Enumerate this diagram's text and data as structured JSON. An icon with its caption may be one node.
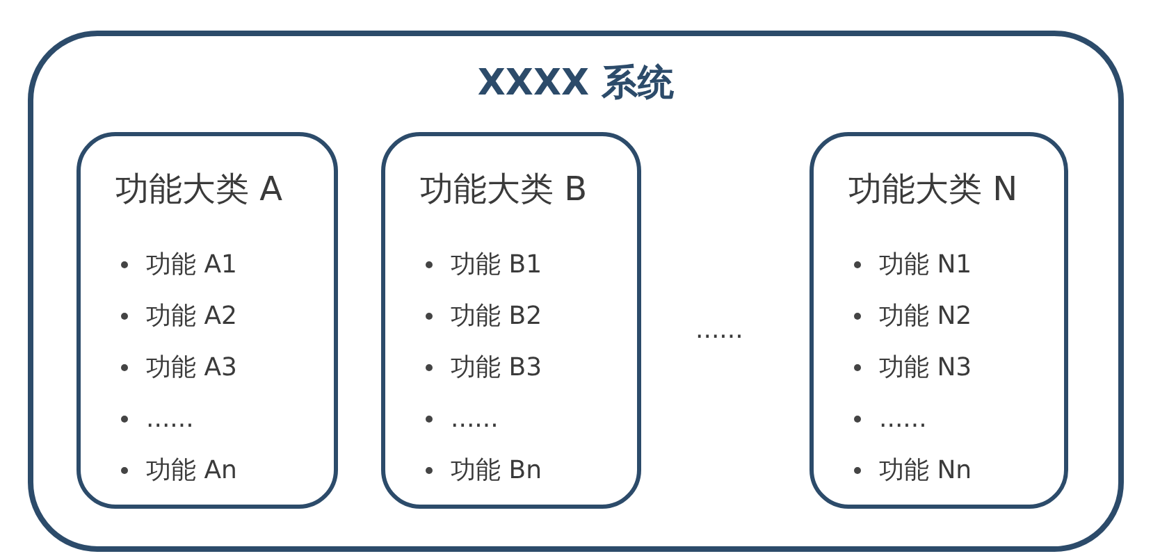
{
  "diagram": {
    "nodes": [
      {
        "text": [
          "XXXX 系统"
        ]
      },
      {
        "text": [
          "功能大类 A",
          "功能 A1",
          "功能 A2",
          "功能 A3",
          "......",
          "功能 An"
        ],
        "in": 0
      },
      {
        "text": [
          "功能大类 B",
          "功能 B1",
          "功能 B2",
          "功能 B3",
          "......",
          "功能 Bn"
        ],
        "in": 0
      },
      {
        "text": [
          "功能大类 N",
          "功能 N1",
          "功能 N2",
          "功能 N3",
          "......",
          "功能 Nn"
        ],
        "in": 0
      }
    ],
    "labels": [
      "......"
    ]
  }
}
